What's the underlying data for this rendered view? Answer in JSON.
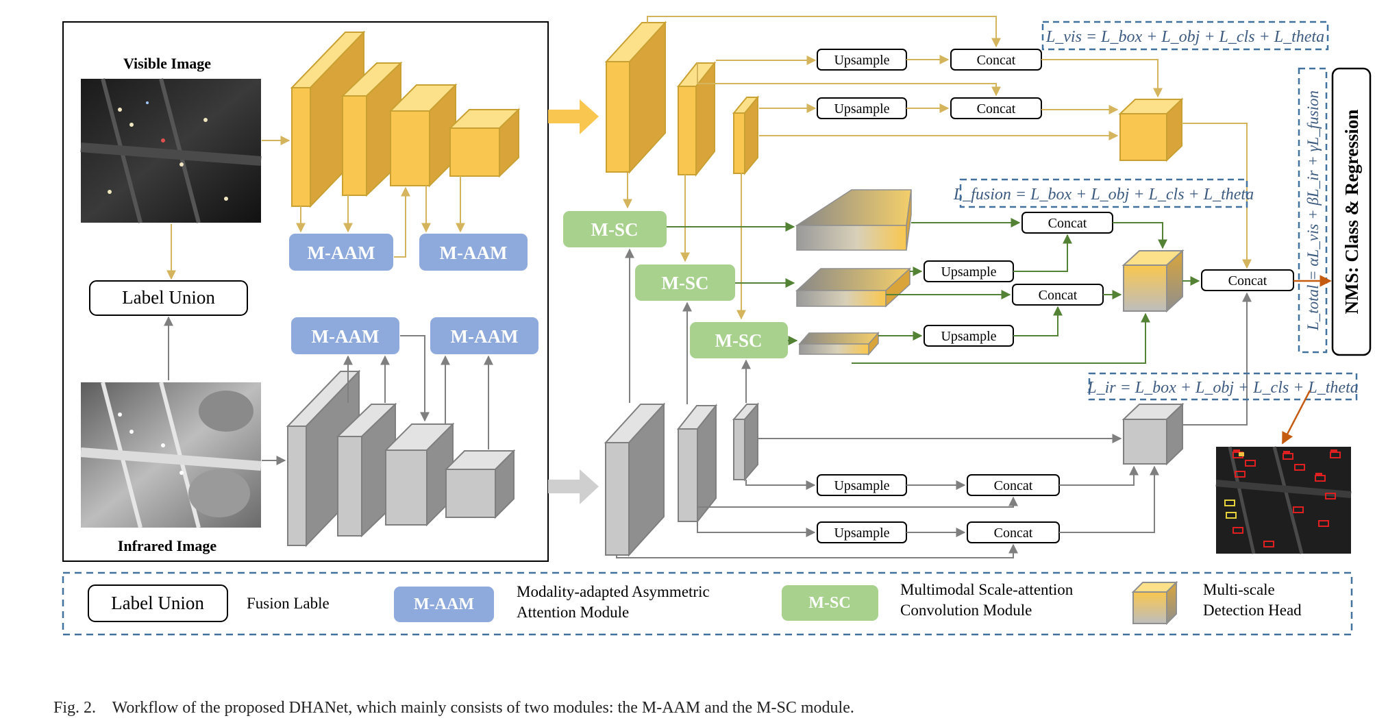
{
  "labels": {
    "visible_image": "Visible Image",
    "infrared_image": "Infrared Image",
    "label_union": "Label Union",
    "m_aam": "M-AAM",
    "m_sc": "M-SC",
    "upsample": "Upsample",
    "concat": "Concat",
    "nms_head": "NMS: Class & Regression"
  },
  "losses": {
    "vis": "L_vis = L_box + L_obj + L_cls + L_theta",
    "fusion": "L_fusion = L_box + L_obj + L_cls + L_theta",
    "ir": "L_ir = L_box + L_obj + L_cls + L_theta",
    "total": "L_total = αL_vis + βL_ir + γL_fusion"
  },
  "legend": {
    "label_union_text": "Label Union",
    "label_union_desc": "Fusion Lable",
    "maam_text": "M-AAM",
    "maam_desc_1": "Modality-adapted Asymmetric",
    "maam_desc_2": "Attention Module",
    "msc_text": "M-SC",
    "msc_desc_1": "Multimodal Scale-attention",
    "msc_desc_2": "Convolution Module",
    "head_desc_1": "Multi-scale",
    "head_desc_2": "Detection Head"
  },
  "caption": "Fig. 2.    Workflow of the proposed DHANet, which mainly consists of two modules: the M-AAM and the M-SC module.",
  "colors": {
    "yellow_front": "#f9c74f",
    "yellow_side": "#d9a53a",
    "yellow_top": "#fde18a",
    "gray_front": "#c8c8c8",
    "gray_side": "#8f8f8f",
    "gray_top": "#e3e3e3",
    "blue_module": "#8ea9db",
    "green_module": "#a9d18e",
    "dash_blue": "#41719c",
    "arrow_yellow": "#d4b45c",
    "arrow_green": "#548235",
    "arrow_gray": "#7f7f7f",
    "arrow_orange": "#c55a11"
  }
}
